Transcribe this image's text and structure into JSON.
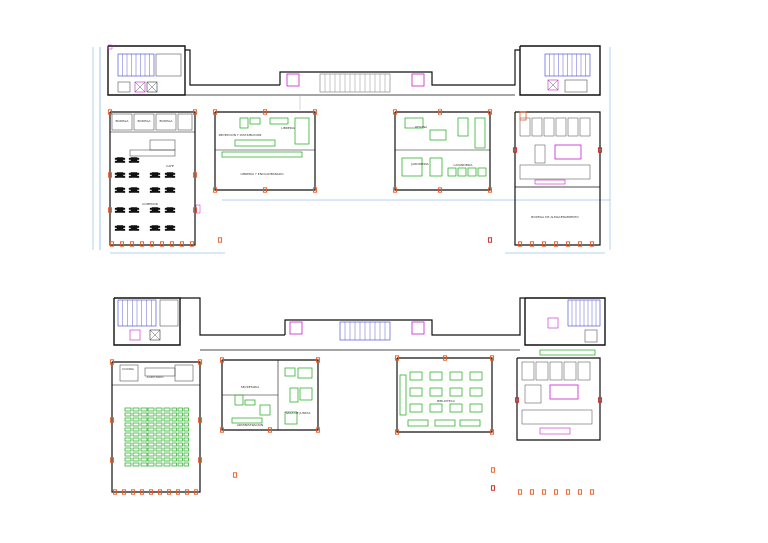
{
  "title": "",
  "colors": {
    "wall": "#111111",
    "column": "#e8571c",
    "column_red": "#d01818",
    "furniture": "#1aa81a",
    "dimension": "#3b8fe6",
    "accent_magenta": "#c81ec8",
    "stairs_blue": "#3a3ad0",
    "glass": "#9fb0ff"
  },
  "floor_upper": {
    "rooms": [
      {
        "id": "r1",
        "label": "BODEGA"
      },
      {
        "id": "r2",
        "label": "BODEGA"
      },
      {
        "id": "r3",
        "label": "BODEGA"
      },
      {
        "id": "r4",
        "label": "CAFE"
      },
      {
        "id": "r5",
        "label": "COMEDOR"
      },
      {
        "id": "r6",
        "label": "RECEPCION Y DISTRIBUCION"
      },
      {
        "id": "r7",
        "label": "LIBRERIA"
      },
      {
        "id": "r8",
        "label": "LIBRERIA Y ENCUADERNADO"
      },
      {
        "id": "r9",
        "label": "OFICINA"
      },
      {
        "id": "r10",
        "label": "JARDINERIA"
      },
      {
        "id": "r11",
        "label": "LAVANDERIA"
      },
      {
        "id": "r12",
        "label": "BODEGA DE ALMACENAMIENTO"
      }
    ]
  },
  "floor_lower": {
    "rooms": [
      {
        "id": "l1",
        "label": "COCINA"
      },
      {
        "id": "l2",
        "label": "AUDITORIO"
      },
      {
        "id": "l3",
        "label": "SECRETARIA"
      },
      {
        "id": "l4",
        "label": "ADMINISTRACION"
      },
      {
        "id": "l5",
        "label": "SALA DE JUNTAS"
      },
      {
        "id": "l6",
        "label": "BIBLIOTECA"
      }
    ]
  }
}
